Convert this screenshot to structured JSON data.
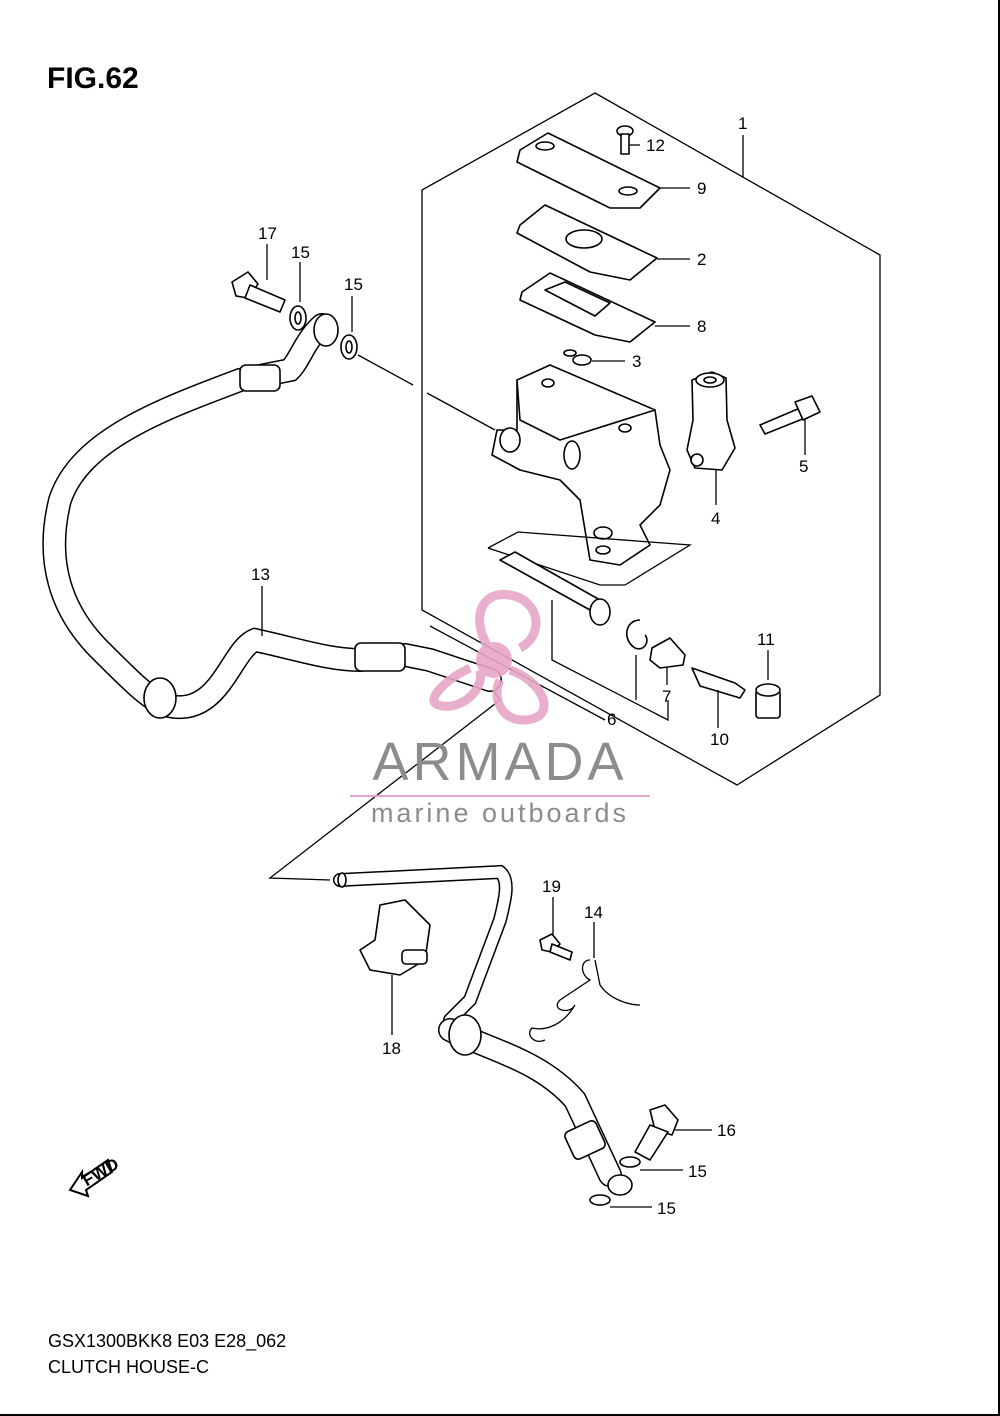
{
  "figure": {
    "title": "FIG.62",
    "model_code": "GSX1300BKK8 E03 E28_062",
    "section_name": "CLUTCH HOUSE-C"
  },
  "callouts": {
    "c1": "1",
    "c2": "2",
    "c3": "3",
    "c4": "4",
    "c5": "5",
    "c6": "6",
    "c7": "7",
    "c8": "8",
    "c9": "9",
    "c10": "10",
    "c11": "11",
    "c12": "12",
    "c13": "13",
    "c14": "14",
    "c15a": "15",
    "c15b": "15",
    "c15c": "15",
    "c15d": "15",
    "c16": "16",
    "c17": "17",
    "c18": "18",
    "c19": "19"
  },
  "fwd_label": "FWD",
  "watermark": {
    "brand": "ARMADA",
    "tagline": "marine outboards",
    "brand_color": "#8c8c8c",
    "logo_color": "#e8a6c8"
  }
}
